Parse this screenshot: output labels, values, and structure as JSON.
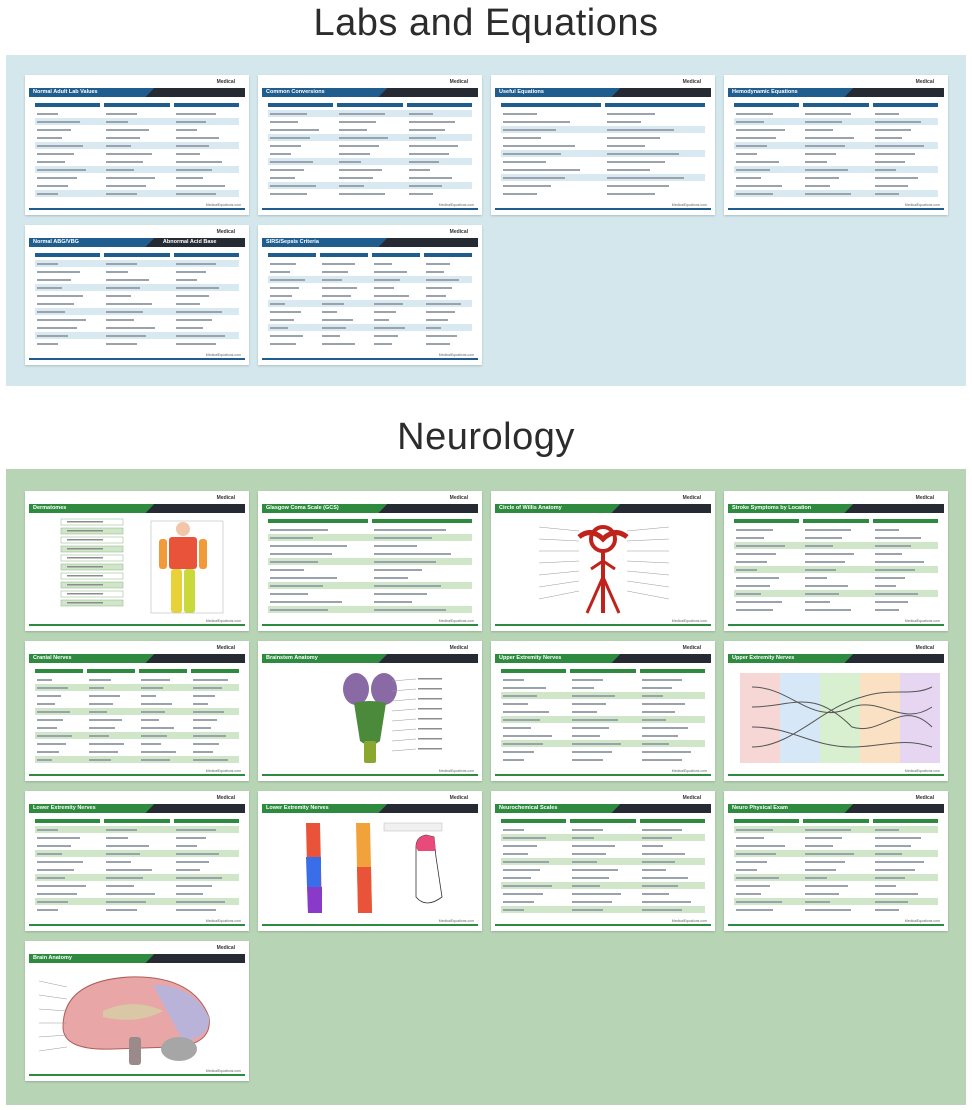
{
  "sections": {
    "labs": {
      "title": "Labs and Equations",
      "accent": "#1f5d8f",
      "background": "#d3e7ec",
      "cards": [
        {
          "title": "Normal Adult Lab Values",
          "title2": "",
          "footer": "MedicalEquations.com"
        },
        {
          "title": "Common Conversions",
          "title2": "",
          "footer": "MedicalEquations.com"
        },
        {
          "title": "Useful Equations",
          "title2": "",
          "footer": "MedicalEquations.com"
        },
        {
          "title": "Hemodynamic Equations",
          "title2": "",
          "footer": "MedicalEquations.com"
        },
        {
          "title": "Normal ABG/VBG",
          "title2": "Abnormal Acid Base",
          "footer": "MedicalEquations.com"
        },
        {
          "title": "SIRS/Sepsis Criteria",
          "title2": "",
          "footer": "MedicalEquations.com"
        }
      ]
    },
    "neurology": {
      "title": "Neurology",
      "accent": "#2d8a3e",
      "background": "#b7d5b4",
      "cards": [
        {
          "title": "Dermatomes",
          "title2": "",
          "footer": "MedicalEquations.com"
        },
        {
          "title": "Glasgow Coma Scale (GCS)",
          "title2": "",
          "footer": "MedicalEquations.com"
        },
        {
          "title": "Circle of Willis Anatomy",
          "title2": "",
          "footer": "MedicalEquations.com"
        },
        {
          "title": "Stroke Symptoms by Location",
          "title2": "",
          "footer": "MedicalEquations.com"
        },
        {
          "title": "Cranial Nerves",
          "title2": "",
          "footer": "MedicalEquations.com"
        },
        {
          "title": "Brainstem Anatomy",
          "title2": "",
          "footer": "MedicalEquations.com"
        },
        {
          "title": "Upper Extremity Nerves",
          "title2": "",
          "footer": "MedicalEquations.com"
        },
        {
          "title": "Upper Extremity Nerves",
          "title2": "",
          "footer": "MedicalEquations.com"
        },
        {
          "title": "Lower Extremity Nerves",
          "title2": "",
          "footer": "MedicalEquations.com"
        },
        {
          "title": "Lower Extremity Nerves",
          "title2": "",
          "footer": "MedicalEquations.com"
        },
        {
          "title": "Neurochemical Scales",
          "title2": "",
          "footer": "MedicalEquations.com"
        },
        {
          "title": "Neuro Physical Exam",
          "title2": "",
          "footer": "MedicalEquations.com"
        },
        {
          "title": "Brain Anatomy",
          "title2": "",
          "footer": "MedicalEquations.com"
        }
      ]
    }
  },
  "brand_label": "Medical"
}
